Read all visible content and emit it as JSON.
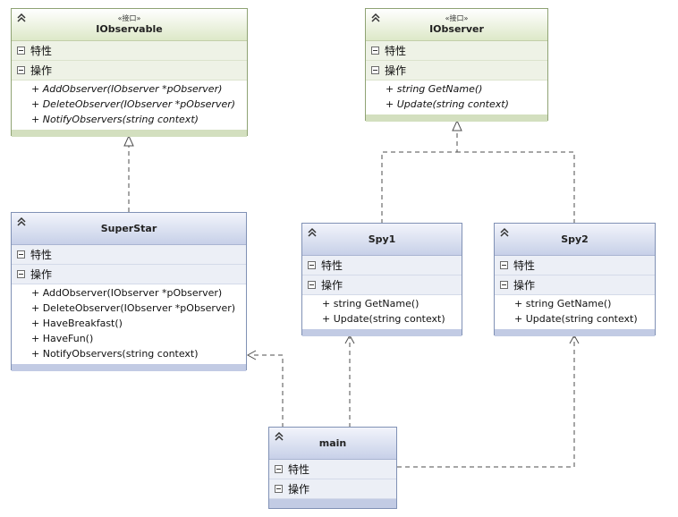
{
  "diagram": {
    "stereotype_interface": "«接口»",
    "section_attributes": "特性",
    "section_operations": "操作",
    "classes": {
      "iobservable": {
        "name": "IObservable",
        "operations": [
          "+ AddObserver(IObserver *pObserver)",
          "+ DeleteObserver(IObserver *pObserver)",
          "+ NotifyObservers(string context)"
        ]
      },
      "iobserver": {
        "name": "IObserver",
        "operations": [
          "+ string GetName()",
          "+ Update(string context)"
        ]
      },
      "superstar": {
        "name": "SuperStar",
        "operations": [
          "+ AddObserver(IObserver *pObserver)",
          "+ DeleteObserver(IObserver *pObserver)",
          "+ HaveBreakfast()",
          "+ HaveFun()",
          "+ NotifyObservers(string context)"
        ]
      },
      "spy1": {
        "name": "Spy1",
        "operations": [
          "+ string GetName()",
          "+ Update(string context)"
        ]
      },
      "spy2": {
        "name": "Spy2",
        "operations": [
          "+ string GetName()",
          "+ Update(string context)"
        ]
      },
      "main": {
        "name": "main",
        "operations": []
      }
    },
    "colors": {
      "interface_header": "#dde8c8",
      "class_header": "#c7d0e8",
      "connector": "#4d4d4d"
    },
    "icons": {
      "collapse": "double-chevron-up-icon",
      "section_toggle": "minus-box-icon"
    }
  }
}
